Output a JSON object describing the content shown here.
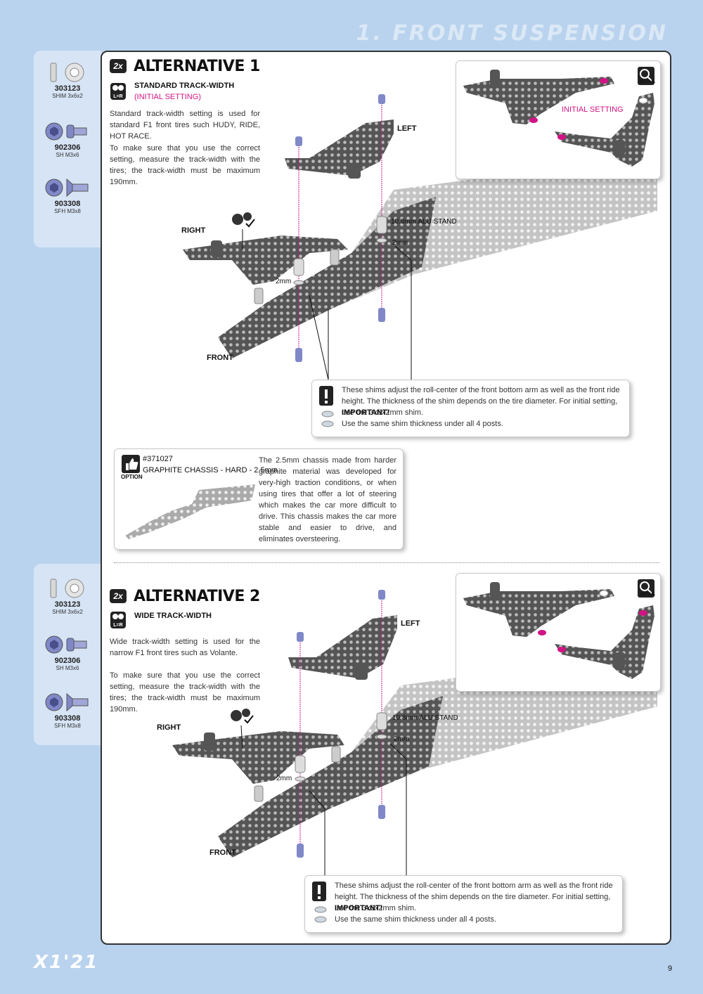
{
  "header": {
    "title": "1. FRONT SUSPENSION"
  },
  "parts": [
    {
      "code": "303123",
      "desc": "SHIM 3x6x2"
    },
    {
      "code": "902306",
      "desc": "SH M3x6"
    },
    {
      "code": "903308",
      "desc": "SFH M3x8"
    }
  ],
  "alt1": {
    "badge": "2x",
    "title": "ALTERNATIVE 1",
    "subtitle": "STANDARD TRACK-WIDTH",
    "subnote": "(INITIAL SETTING)",
    "desc1": "Standard track-width setting is used for standard F1 front tires such HUDY, RIDE, HOT RACE.",
    "desc2": "To make sure that you use the correct setting, measure the track-width with the tires; the track-width must be maximum 190mm.",
    "labels": {
      "left": "LEFT",
      "right": "RIGHT",
      "front": "FRONT",
      "stand": "10.8mm ALU STAND",
      "shim_a": "2mm",
      "shim_b": "2mm"
    },
    "detail": {
      "label": "INITIAL SETTING",
      "tag": "DETAIL"
    },
    "note": {
      "text": "These shims adjust the roll-center of the front bottom arm as well as the front ride height. The thickness of the shim depends on the tire diameter. For initial setting, use the 3x6x2mm shim.",
      "important": "IMPORTANT!",
      "text2": "Use the same shim thickness under all 4 posts."
    }
  },
  "option": {
    "tag": "OPTION",
    "code": "#371027",
    "name": "GRAPHITE CHASSIS - HARD - 2.5mm",
    "text": "The 2.5mm chassis made from harder graphite material was developed for very-high traction conditions, or when using tires that offer a lot of steering which makes the car more difficult to drive. This chassis makes the car more stable and easier to drive, and eliminates oversteering."
  },
  "alt2": {
    "badge": "2x",
    "title": "ALTERNATIVE 2",
    "subtitle": "WIDE TRACK-WIDTH",
    "desc1": "Wide track-width setting is used for the narrow F1 front tires such as Volante.",
    "desc2": "To make sure that you use the correct setting, measure the track-width with the tires; the track-width must be maximum 190mm.",
    "labels": {
      "left": "LEFT",
      "right": "RIGHT",
      "front": "FRONT",
      "stand": "10.8mm ALU STAND",
      "shim_a": "2mm",
      "shim_b": "2mm"
    },
    "detail": {
      "tag": "DETAIL"
    },
    "note": {
      "text": "These shims adjust the roll-center of the front bottom arm as well as the front ride height. The thickness of the shim depends on the tire diameter. For initial setting, use the 3x6x2mm shim.",
      "important": "IMPORTANT!",
      "text2": "Use the same shim thickness under all 4 posts."
    }
  },
  "footer": {
    "logo": "X1'21",
    "page": "9"
  },
  "colors": {
    "accent": "#d11485",
    "panel": "#d6e4f5",
    "background": "#b9d3ee"
  }
}
